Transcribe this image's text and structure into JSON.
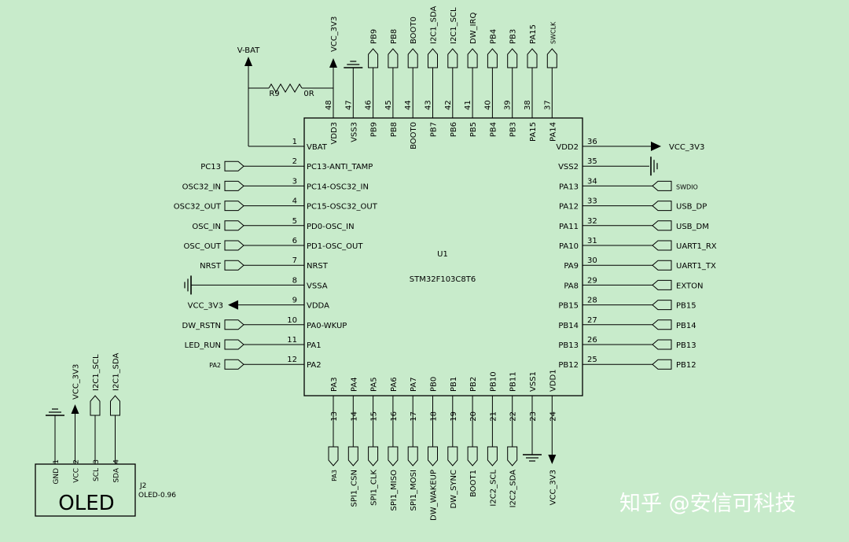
{
  "chip": {
    "ref": "U1",
    "part": "STM32F103C8T6",
    "left_pins": [
      {
        "num": "1",
        "name": "VBAT",
        "net": "",
        "kind": "vbat"
      },
      {
        "num": "2",
        "name": "PC13-ANTI_TAMP",
        "net": "PC13",
        "kind": "port"
      },
      {
        "num": "3",
        "name": "PC14-OSC32_IN",
        "net": "OSC32_IN",
        "kind": "port"
      },
      {
        "num": "4",
        "name": "PC15-OSC32_OUT",
        "net": "OSC32_OUT",
        "kind": "port"
      },
      {
        "num": "5",
        "name": "PD0-OSC_IN",
        "net": "OSC_IN",
        "kind": "port"
      },
      {
        "num": "6",
        "name": "PD1-OSC_OUT",
        "net": "OSC_OUT",
        "kind": "port"
      },
      {
        "num": "7",
        "name": "NRST",
        "net": "NRST",
        "kind": "port"
      },
      {
        "num": "8",
        "name": "VSSA",
        "net": "",
        "kind": "gnd"
      },
      {
        "num": "9",
        "name": "VDDA",
        "net": "VCC_3V3",
        "kind": "power"
      },
      {
        "num": "10",
        "name": "PA0-WKUP",
        "net": "DW_RSTN",
        "kind": "port"
      },
      {
        "num": "11",
        "name": "PA1",
        "net": "LED_RUN",
        "kind": "port"
      },
      {
        "num": "12",
        "name": "PA2",
        "net": "PA2",
        "kind": "port_small"
      }
    ],
    "right_pins": [
      {
        "num": "36",
        "name": "VDD2",
        "net": "VCC_3V3",
        "kind": "power"
      },
      {
        "num": "35",
        "name": "VSS2",
        "net": "",
        "kind": "gnd"
      },
      {
        "num": "34",
        "name": "PA13",
        "net": "SWDIO",
        "kind": "port_small"
      },
      {
        "num": "33",
        "name": "PA12",
        "net": "USB_DP",
        "kind": "port"
      },
      {
        "num": "32",
        "name": "PA11",
        "net": "USB_DM",
        "kind": "port"
      },
      {
        "num": "31",
        "name": "PA10",
        "net": "UART1_RX",
        "kind": "port"
      },
      {
        "num": "30",
        "name": "PA9",
        "net": "UART1_TX",
        "kind": "port"
      },
      {
        "num": "29",
        "name": "PA8",
        "net": "EXTON",
        "kind": "port"
      },
      {
        "num": "28",
        "name": "PB15",
        "net": "PB15",
        "kind": "port"
      },
      {
        "num": "27",
        "name": "PB14",
        "net": "PB14",
        "kind": "port"
      },
      {
        "num": "26",
        "name": "PB13",
        "net": "PB13",
        "kind": "port"
      },
      {
        "num": "25",
        "name": "PB12",
        "net": "PB12",
        "kind": "port"
      }
    ],
    "top_pins": [
      {
        "num": "48",
        "name": "VDD3",
        "net": "VCC_3V3",
        "kind": "power"
      },
      {
        "num": "47",
        "name": "VSS3",
        "net": "",
        "kind": "gnd"
      },
      {
        "num": "46",
        "name": "PB9",
        "net": "PB9",
        "kind": "port"
      },
      {
        "num": "45",
        "name": "PB8",
        "net": "PB8",
        "kind": "port"
      },
      {
        "num": "44",
        "name": "BOOT0",
        "net": "BOOT0",
        "kind": "port"
      },
      {
        "num": "43",
        "name": "PB7",
        "net": "I2C1_SDA",
        "kind": "port"
      },
      {
        "num": "42",
        "name": "PB6",
        "net": "I2C1_SCL",
        "kind": "port"
      },
      {
        "num": "41",
        "name": "PB5",
        "net": "DW_IRQ",
        "kind": "port"
      },
      {
        "num": "40",
        "name": "PB4",
        "net": "PB4",
        "kind": "port"
      },
      {
        "num": "39",
        "name": "PB3",
        "net": "PB3",
        "kind": "port"
      },
      {
        "num": "38",
        "name": "PA15",
        "net": "PA15",
        "kind": "port"
      },
      {
        "num": "37",
        "name": "PA14",
        "net": "SWCLK",
        "kind": "port_small"
      }
    ],
    "bottom_pins": [
      {
        "num": "13",
        "name": "PA3",
        "net": "PA3",
        "kind": "port_small"
      },
      {
        "num": "14",
        "name": "PA4",
        "net": "SPI1_CSN",
        "kind": "port"
      },
      {
        "num": "15",
        "name": "PA5",
        "net": "SPI1_CLK",
        "kind": "port"
      },
      {
        "num": "16",
        "name": "PA6",
        "net": "SPI1_MISO",
        "kind": "port"
      },
      {
        "num": "17",
        "name": "PA7",
        "net": "SPI1_MOSI",
        "kind": "port"
      },
      {
        "num": "18",
        "name": "PB0",
        "net": "DW_WAKEUP",
        "kind": "port"
      },
      {
        "num": "19",
        "name": "PB1",
        "net": "DW_SYNC",
        "kind": "port"
      },
      {
        "num": "20",
        "name": "PB2",
        "net": "BOOT1",
        "kind": "port"
      },
      {
        "num": "21",
        "name": "PB10",
        "net": "I2C2_SCL",
        "kind": "port"
      },
      {
        "num": "22",
        "name": "PB11",
        "net": "I2C2_SDA",
        "kind": "port"
      },
      {
        "num": "23",
        "name": "VSS1",
        "net": "",
        "kind": "gnd"
      },
      {
        "num": "24",
        "name": "VDD1",
        "net": "VCC_3V3",
        "kind": "power"
      }
    ]
  },
  "vbat": {
    "net_label": "V-BAT",
    "resistor_ref": "R9",
    "resistor_value": "0R"
  },
  "oled": {
    "ref": "J2",
    "value": "OLED-0.96",
    "title": "OLED",
    "pins": [
      {
        "num": "1",
        "name": "GND",
        "net": "",
        "kind": "gnd"
      },
      {
        "num": "2",
        "name": "VCC",
        "net": "VCC_3V3",
        "kind": "power"
      },
      {
        "num": "3",
        "name": "SCL",
        "net": "I2C1_SCL",
        "kind": "port"
      },
      {
        "num": "4",
        "name": "SDA",
        "net": "I2C1_SDA",
        "kind": "port"
      }
    ]
  },
  "watermark": "知乎 @安信可科技",
  "colors": {
    "background": "#c8ebcb",
    "ink": "#000000",
    "watermark": "#ffffff"
  }
}
